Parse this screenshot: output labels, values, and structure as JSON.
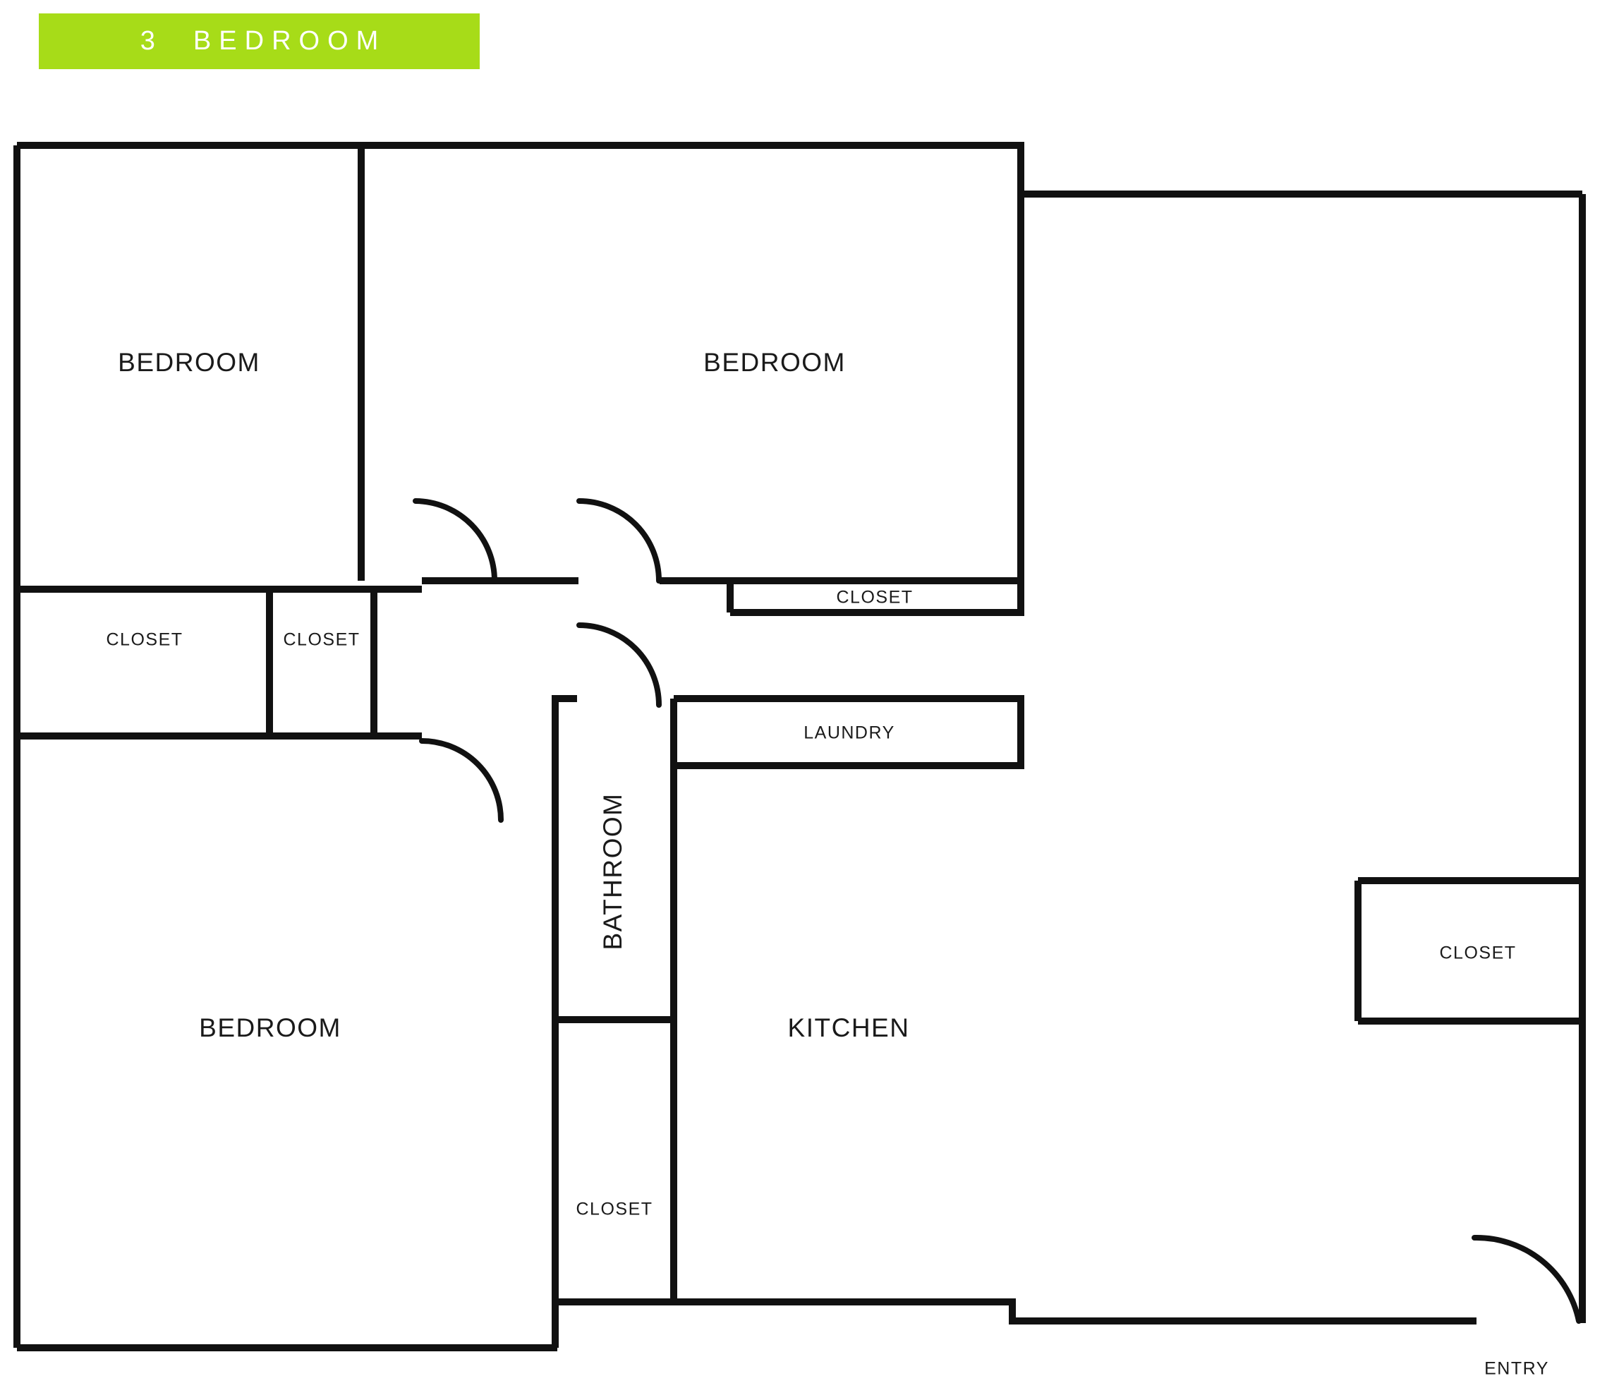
{
  "banner": {
    "title": "3  BEDROOM",
    "background_color": "#a7dc18",
    "text_color": "#ffffff"
  },
  "plan": {
    "wall_color": "#111111",
    "background_color": "#ffffff",
    "labels": {
      "bedroom_top_left": "BEDROOM",
      "bedroom_top_right": "BEDROOM",
      "bedroom_bottom_left": "BEDROOM",
      "closet_bed1_left": "CLOSET",
      "closet_bed1_right": "CLOSET",
      "closet_bed2": "CLOSET",
      "closet_hall_bottom": "CLOSET",
      "closet_entry_right": "CLOSET",
      "laundry": "LAUNDRY",
      "bathroom": "BATHROOM",
      "kitchen": "KITCHEN",
      "entry": "ENTRY"
    }
  }
}
